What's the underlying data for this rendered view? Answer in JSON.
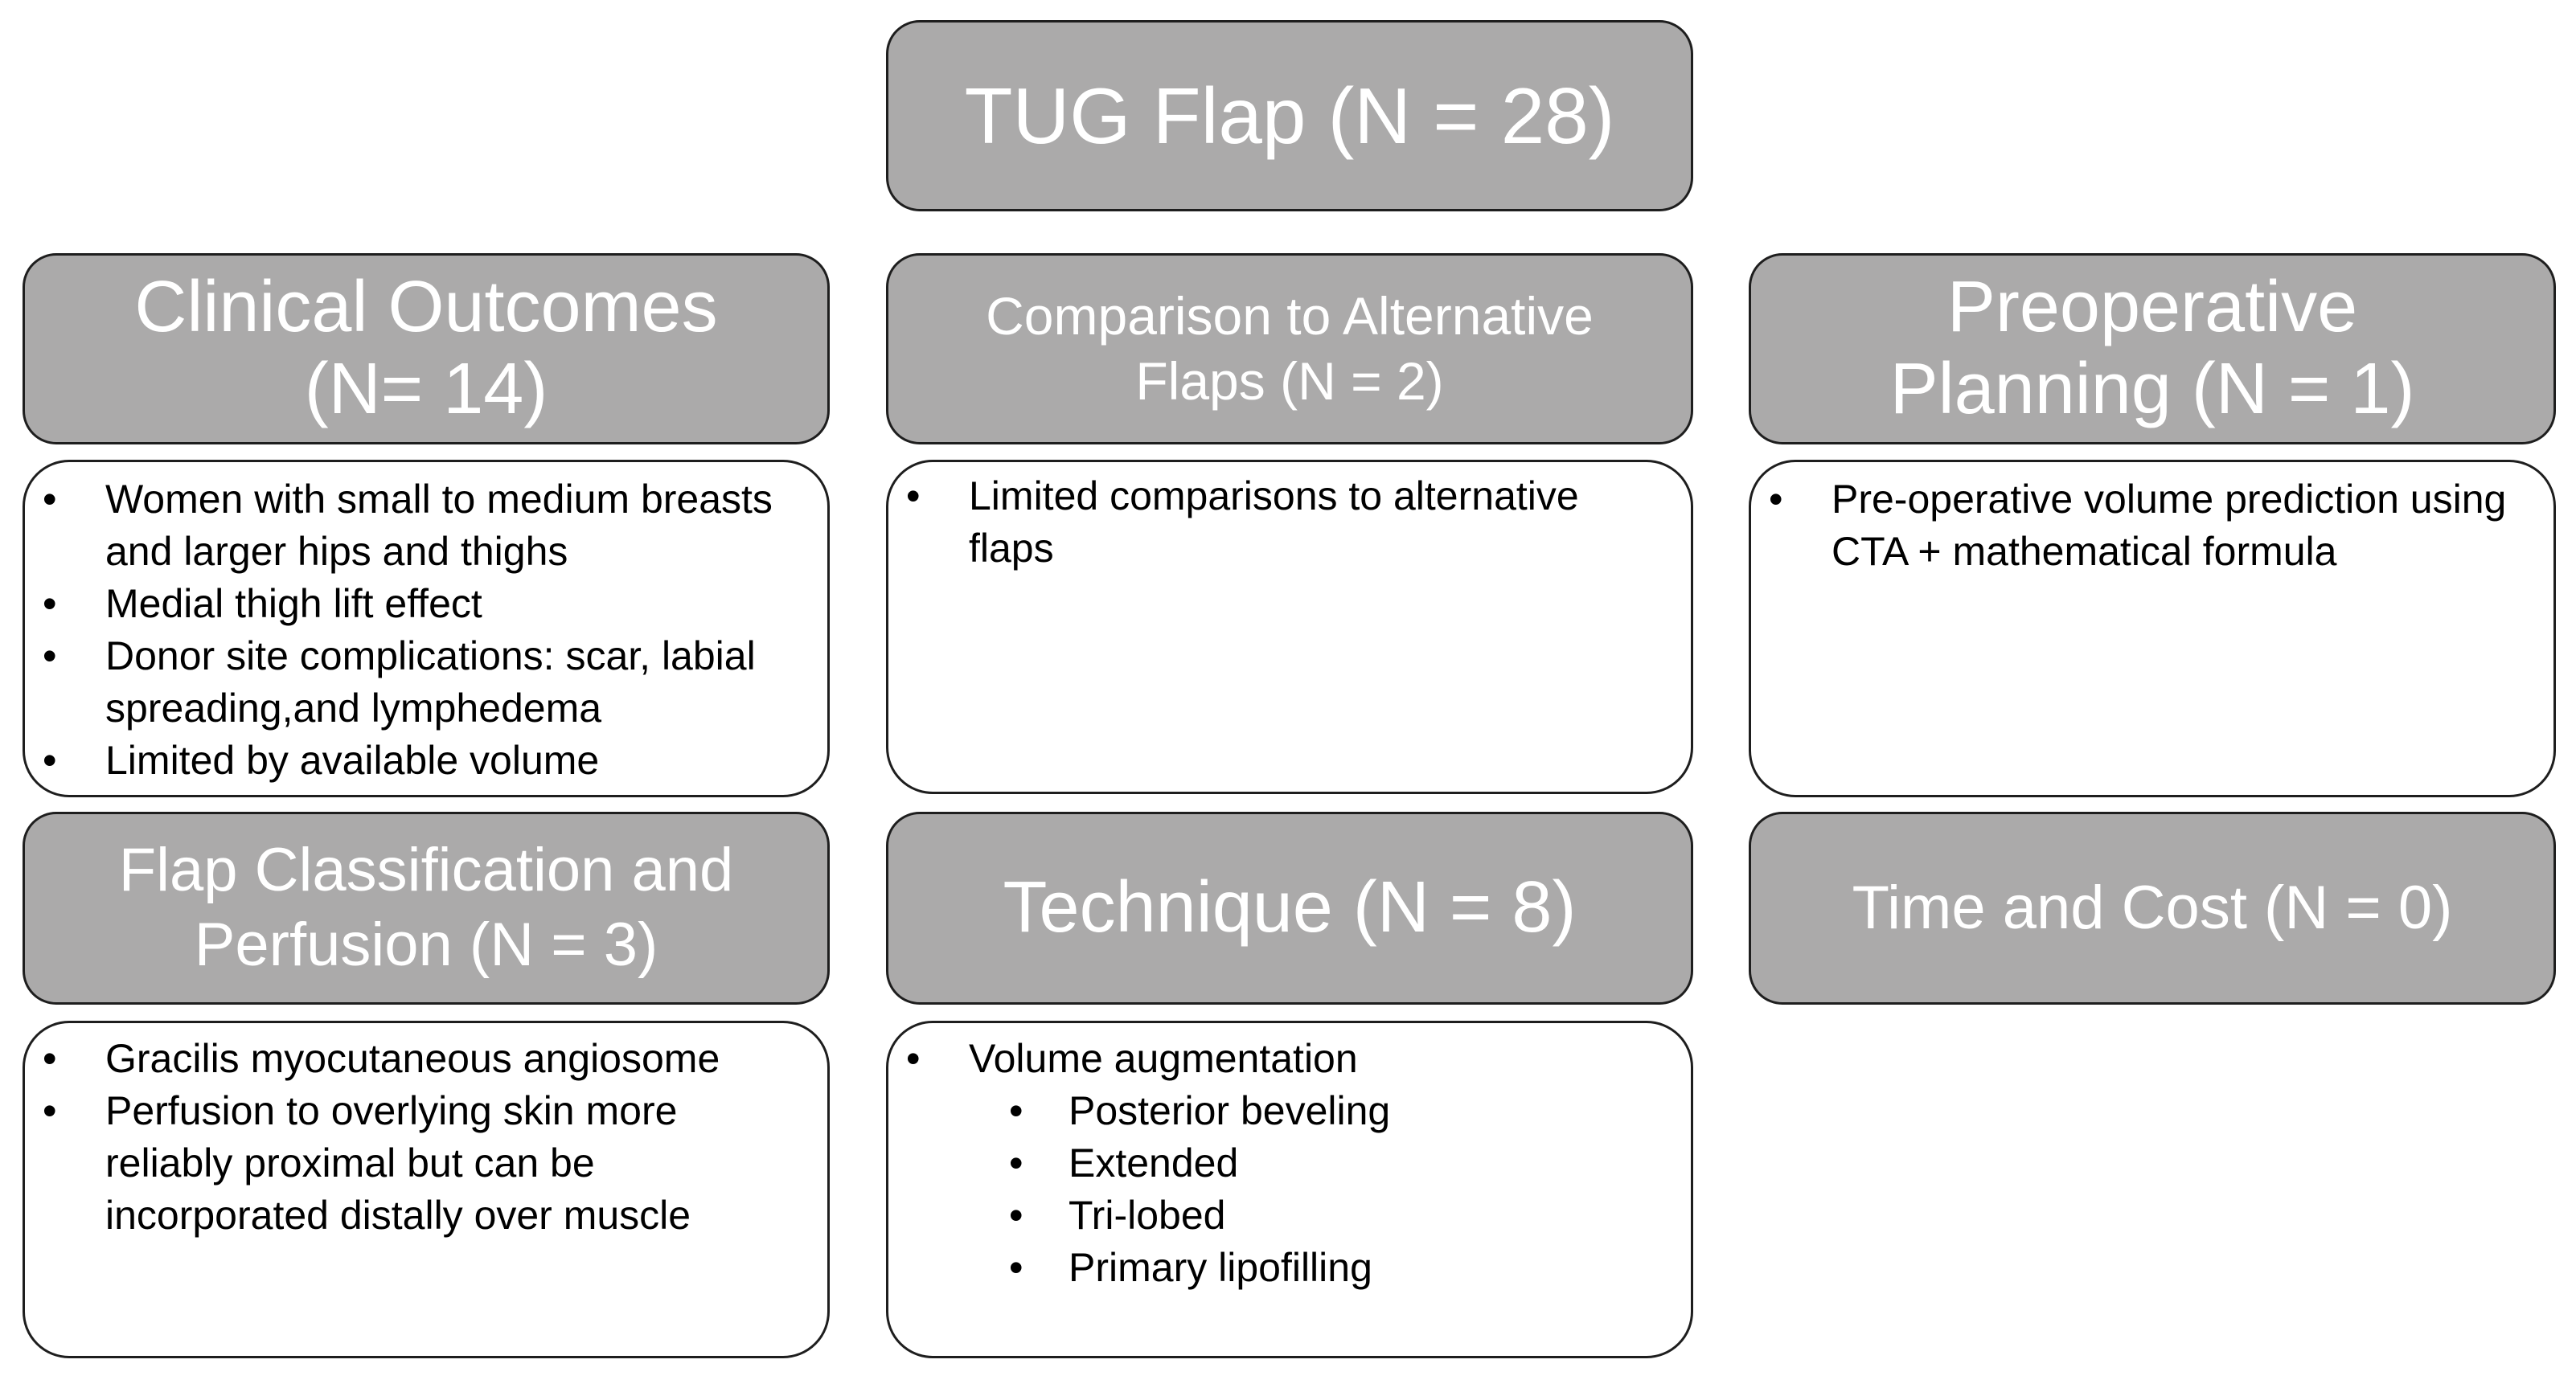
{
  "title": "TUG Flap (N = 28)",
  "cards": {
    "clinical": {
      "heading": [
        "Clinical Outcomes",
        "(N= 14)"
      ],
      "items": [
        "Women with small to medium breasts and larger hips and thighs",
        "Medial thigh lift effect",
        "Donor site complications: scar, labial spreading,and lymphedema",
        "Limited by available volume"
      ]
    },
    "comparison": {
      "heading": [
        "Comparison to Alternative",
        "Flaps (N = 2)"
      ],
      "items": [
        "Limited comparisons to alternative flaps"
      ]
    },
    "preop": {
      "heading": [
        "Preoperative",
        "Planning (N = 1)"
      ],
      "items": [
        "Pre-operative volume prediction using CTA + mathematical formula"
      ]
    },
    "classification": {
      "heading": [
        "Flap Classification and",
        "Perfusion (N = 3)"
      ],
      "items": [
        "Gracilis myocutaneous angiosome",
        "Perfusion to overlying skin more reliably proximal but can be incorporated distally over muscle"
      ]
    },
    "technique": {
      "heading": "Technique (N = 8)",
      "item": "Volume augmentation",
      "subitems": [
        "Posterior beveling",
        "Extended",
        "Tri-lobed",
        "Primary lipofilling"
      ]
    },
    "timecost": {
      "heading": "Time and Cost (N = 0)"
    }
  },
  "colors": {
    "header_fill": "#abaaaa",
    "header_text": "#ffffff",
    "border": "#1e1e1e",
    "body_fill": "#ffffff",
    "body_text": "#000000"
  }
}
